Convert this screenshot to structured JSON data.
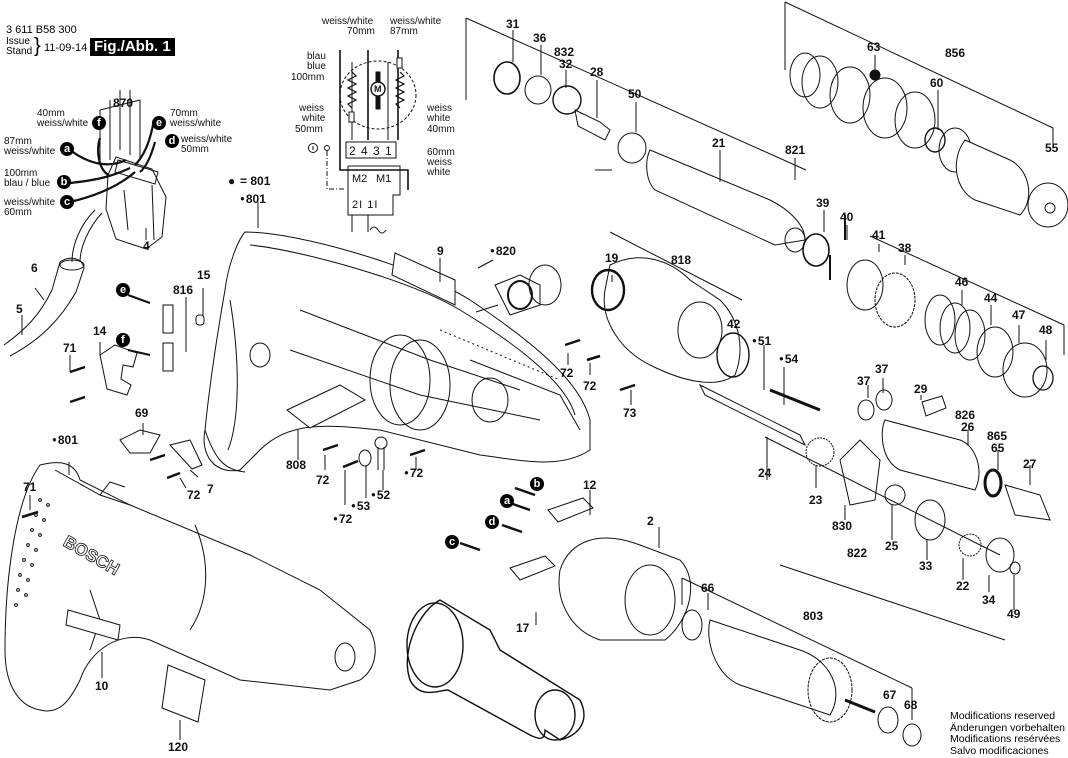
{
  "header": {
    "part_number": "3 611 B58 300",
    "issue_label": "Issue",
    "stand_label": "Stand",
    "issue_date": "11-09-14",
    "figure_label": "Fig./Abb. 1"
  },
  "legend": {
    "dot_symbol_label": "= 801"
  },
  "wiring": {
    "top_left_label": "weiss/white",
    "top_left_len": "70mm",
    "top_right_label": "weiss/white",
    "top_right_len": "87mm",
    "blue_de": "blau",
    "blue_en": "blue",
    "blue_len": "100mm",
    "white_left_de": "weiss",
    "white_left_en": "white",
    "white_left_len": "50mm",
    "white_right_de": "weiss",
    "white_right_en": "white",
    "white_right_len": "40mm",
    "bottom_right_len": "60mm",
    "bottom_right_de": "weiss",
    "bottom_right_en": "white",
    "terminals": "2 4 3 1",
    "motor_symbol": "M",
    "m2": "M2",
    "m1": "M1",
    "switch_terminals": "2I 1I",
    "ac_symbol": "~"
  },
  "switch_wires": [
    {
      "badge": "a",
      "line1": "87mm",
      "line2": "weiss/white"
    },
    {
      "badge": "b",
      "line1": "100mm",
      "line2": "blau / blue"
    },
    {
      "badge": "c",
      "line1": "weiss/white",
      "line2": "60mm"
    },
    {
      "badge": "d",
      "line1": "weiss/white",
      "line2": "50mm"
    },
    {
      "badge": "e",
      "line1": "70mm",
      "line2": "weiss/white"
    },
    {
      "badge": "f",
      "line1": "40mm",
      "line2": "weiss/white"
    }
  ],
  "brush_badges": [
    "e",
    "f",
    "b",
    "a",
    "d",
    "c"
  ],
  "parts": {
    "p870": "870",
    "p4": "4",
    "p6": "6",
    "p5": "5",
    "p801a": "801",
    "p801b": "801",
    "p9": "9",
    "p15": "15",
    "p816": "816",
    "p14": "14",
    "p71a": "71",
    "p71b": "71",
    "p69": "69",
    "p7": "7",
    "p72a": "72",
    "p72b": "72",
    "p72c": "72",
    "p72d": "72",
    "p72e": "72",
    "p72f": "72",
    "p808": "808",
    "p52": "52",
    "p53": "53",
    "p820": "820",
    "p19": "19",
    "p818": "818",
    "p42": "42",
    "p73": "73",
    "p51": "51",
    "p54": "54",
    "p31": "31",
    "p36": "36",
    "p832": "832",
    "p32": "32",
    "p28": "28",
    "p50": "50",
    "p21": "21",
    "p821": "821",
    "p39": "39",
    "p40": "40",
    "p41": "41",
    "p38": "38",
    "p63": "63",
    "p856": "856",
    "p60": "60",
    "p55": "55",
    "p46": "46",
    "p44": "44",
    "p47": "47",
    "p48": "48",
    "p37a": "37",
    "p37b": "37",
    "p29": "29",
    "p826": "826",
    "p26": "26",
    "p865": "865",
    "p65": "65",
    "p27": "27",
    "p24": "24",
    "p23": "23",
    "p830": "830",
    "p25": "25",
    "p822": "822",
    "p33": "33",
    "p22": "22",
    "p34": "34",
    "p49": "49",
    "p12": "12",
    "p2": "2",
    "p17": "17",
    "p66": "66",
    "p803": "803",
    "p67": "67",
    "p68": "68",
    "p10": "10",
    "p120": "120"
  },
  "housing_brand": "BOSCH",
  "notes": [
    "Modifications reserved",
    "Änderungen vorbehalten",
    "Modifications resérvées",
    "Salvo modificaciones"
  ]
}
